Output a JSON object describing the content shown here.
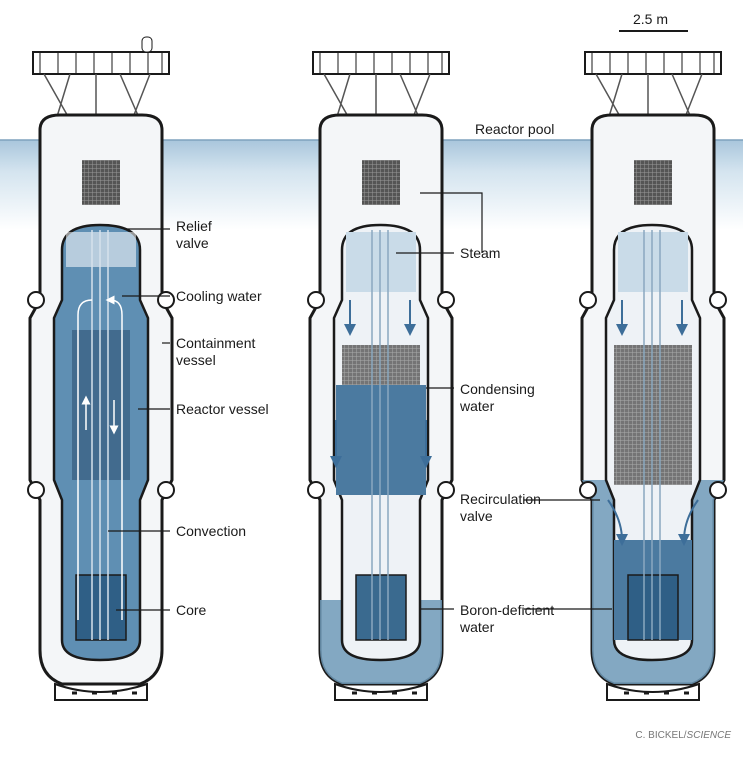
{
  "scale_bar": "2.5 m",
  "pool_label": "Reactor pool",
  "labels": {
    "relief_valve": "Relief\nvalve",
    "cooling_water": "Cooling water",
    "containment_vessel": "Containment\nvessel",
    "reactor_vessel": "Reactor vessel",
    "convection": "Convection",
    "core": "Core",
    "steam": "Steam",
    "condensing_water": "Condensing\nwater",
    "recirculation_valve": "Recirculation\nvalve",
    "boron_deficient_water": "Boron-deficient\nwater"
  },
  "credit": {
    "name": "C. BICKEL/",
    "publication": "SCIENCE"
  },
  "colors": {
    "water_dark": "#3f6f93",
    "water_mid": "#6e9ab9",
    "water_light": "#bcd3e3",
    "pool": "#d7e6f0",
    "arrow": "#3d6e99",
    "outline": "#1a1a1a"
  }
}
